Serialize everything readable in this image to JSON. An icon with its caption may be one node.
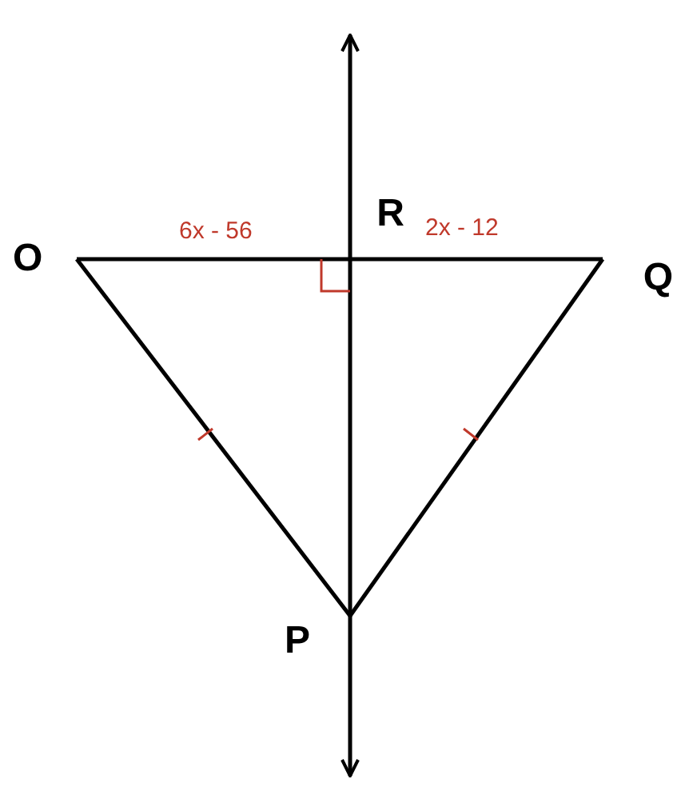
{
  "diagram": {
    "nodes": [
      {
        "text": [
          "O"
        ]
      },
      {
        "text": [
          "R"
        ]
      },
      {
        "text": [
          "Q"
        ]
      },
      {
        "text": [
          "P"
        ]
      }
    ],
    "edges": [
      {
        "from": 0,
        "to": 1,
        "arrow": "none",
        "label": "6x - 56"
      },
      {
        "from": 1,
        "to": 2,
        "arrow": "none",
        "label": "2x - 12"
      },
      {
        "from": 0,
        "to": 3,
        "arrow": "none"
      },
      {
        "from": 2,
        "to": 3,
        "arrow": "none"
      },
      {
        "from": 1,
        "to": 3,
        "arrow": "none"
      },
      {
        "from": 1,
        "to": null,
        "arrow": "to"
      },
      {
        "from": 3,
        "to": null,
        "arrow": "to"
      }
    ]
  }
}
